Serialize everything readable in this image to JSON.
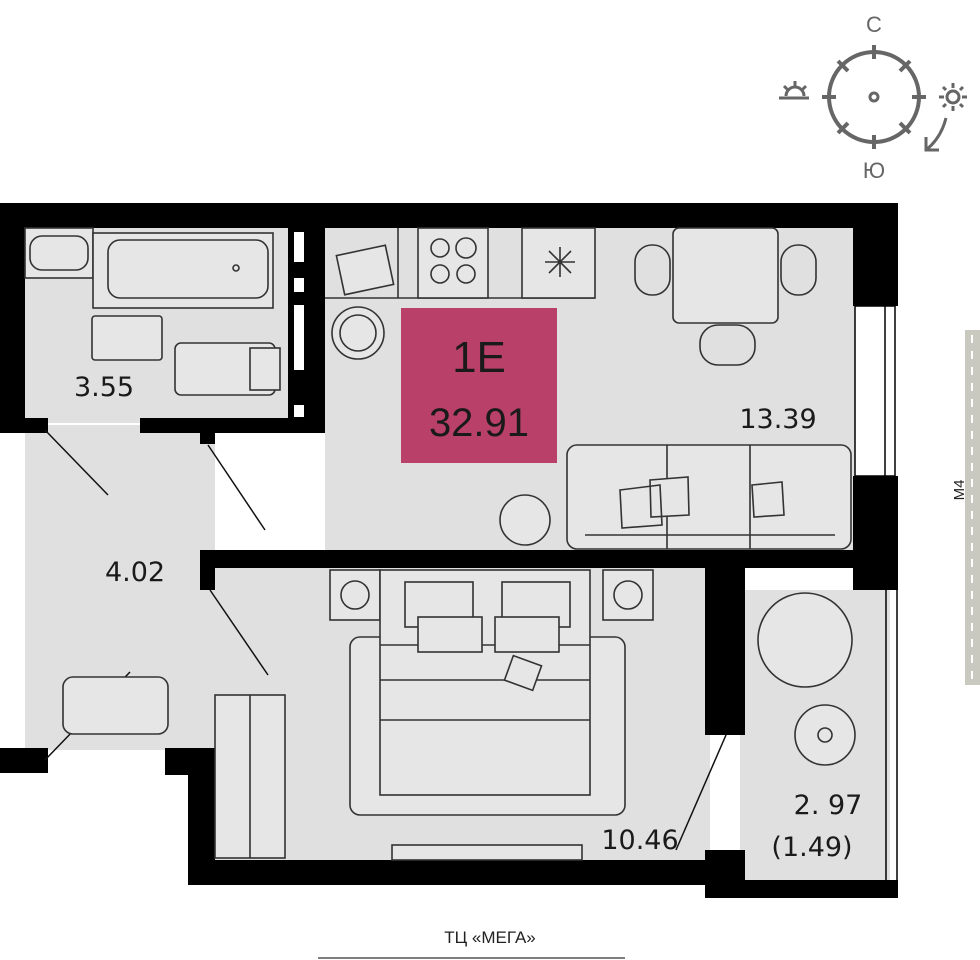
{
  "apartment": {
    "type": "1Е",
    "total_area": "32.91",
    "accent_color": "#b94068"
  },
  "rooms": [
    {
      "name": "bathroom",
      "area": "3.55"
    },
    {
      "name": "hallway",
      "area": "4.02"
    },
    {
      "name": "kitchen-living",
      "area": "13.39"
    },
    {
      "name": "bedroom",
      "area": "10.46"
    },
    {
      "name": "balcony",
      "area": "2. 97",
      "reduced_area": "(1.49)"
    }
  ],
  "compass": {
    "north": "С",
    "south": "Ю",
    "east_icon": "sunrise-icon",
    "west_icon": "sunset-icon"
  },
  "surroundings": {
    "road": "М4",
    "landmark": "ТЦ «МЕГА»"
  }
}
